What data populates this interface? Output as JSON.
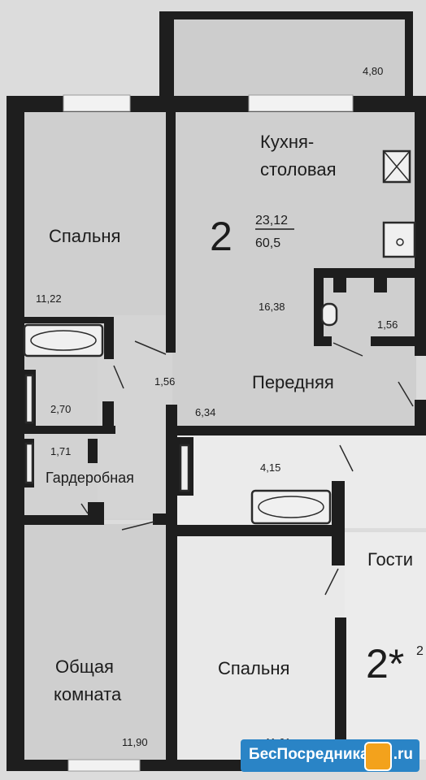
{
  "apartment": {
    "number": "2",
    "living_area": "23,12",
    "total_area": "60,5",
    "neighbor_number": "2*",
    "neighbor_partial": "2"
  },
  "rooms": {
    "kitchen_line1": "Кухня-",
    "kitchen_line2": "столовая",
    "kitchen_area": "16,38",
    "balcony_area": "4,80",
    "bedroom1": "Спальня",
    "bedroom1_area": "11,22",
    "bath1_area": "2,70",
    "hall_small_area": "1,56",
    "wardrobe": "Гардеробная",
    "wardrobe_area": "1,71",
    "hall": "Передняя",
    "hall_area": "6,34",
    "wc_area": "1,56",
    "common_line1": "Общая",
    "common_line2": "комната",
    "common_area": "11,90",
    "bath2_area": "4,15",
    "bedroom2": "Спальня",
    "bedroom2_area": "11,61",
    "guest_partial": "Гости"
  },
  "watermark": {
    "text": "БесПосредника",
    "suffix": ".ru"
  },
  "colors": {
    "wall": "#1e1e1e",
    "floor_gray": "#cfcfcf",
    "floor_light": "#e9e9e9",
    "badge_blue": "#2a84c6"
  }
}
